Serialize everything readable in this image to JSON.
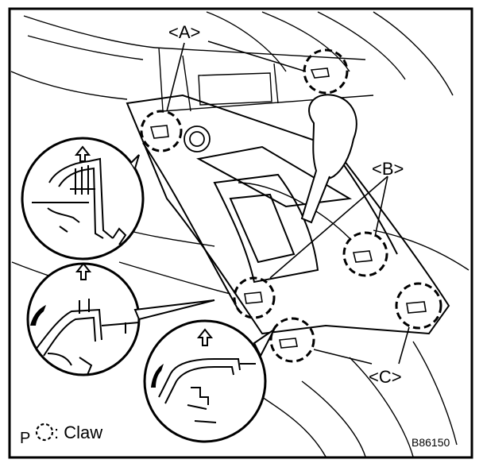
{
  "diagram": {
    "labels": {
      "a": "<A>",
      "b": "<B>",
      "c": "<C>"
    },
    "legend": {
      "prefix": "P",
      "text": ": Claw"
    },
    "figure_code": "B86150"
  },
  "colors": {
    "line": "#000000",
    "background": "#ffffff"
  }
}
